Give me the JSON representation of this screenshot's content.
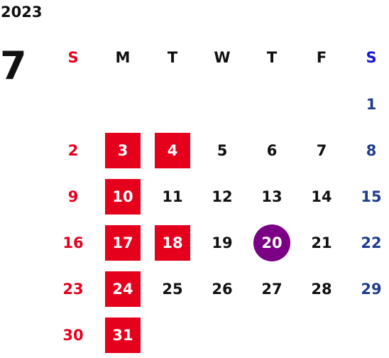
{
  "calendar": {
    "year": "2023",
    "month": "7",
    "weekdays": [
      "S",
      "M",
      "T",
      "W",
      "T",
      "F",
      "S"
    ],
    "weeks": [
      [
        "",
        "",
        "",
        "",
        "",
        "",
        "1"
      ],
      [
        "2",
        "3",
        "4",
        "5",
        "6",
        "7",
        "8"
      ],
      [
        "9",
        "10",
        "11",
        "12",
        "13",
        "14",
        "15"
      ],
      [
        "16",
        "17",
        "18",
        "19",
        "20",
        "21",
        "22"
      ],
      [
        "23",
        "24",
        "25",
        "26",
        "27",
        "28",
        "29"
      ],
      [
        "30",
        "31",
        "",
        "",
        "",
        "",
        ""
      ]
    ],
    "highlighted_days": [
      "3",
      "4",
      "10",
      "17",
      "18",
      "24",
      "31"
    ],
    "today": "20"
  },
  "colors": {
    "sunday": "#e5001c",
    "saturday": "#1f3e8c",
    "saturday_header": "#1515d6",
    "highlight": "#e5001c",
    "today": "#7b0085",
    "text": "#111111"
  }
}
